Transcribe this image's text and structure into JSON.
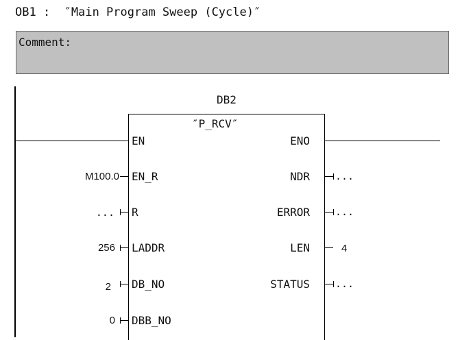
{
  "network": {
    "title": "OB1 :  ″Main Program Sweep (Cycle)″",
    "comment_label": "Comment:"
  },
  "block": {
    "instance": "DB2",
    "type": "″P_RCV″",
    "inputs": [
      {
        "pin": "EN",
        "value": ""
      },
      {
        "pin": "EN_R",
        "value": "M100.0"
      },
      {
        "pin": "R",
        "value": "..."
      },
      {
        "pin": "LADDR",
        "value": "256"
      },
      {
        "pin": "DB_NO",
        "value": "2"
      },
      {
        "pin": "DBB_NO",
        "value": "0"
      }
    ],
    "outputs": [
      {
        "pin": "ENO",
        "value": ""
      },
      {
        "pin": "NDR",
        "value": "..."
      },
      {
        "pin": "ERROR",
        "value": "..."
      },
      {
        "pin": "LEN",
        "value": "4"
      },
      {
        "pin": "STATUS",
        "value": "..."
      }
    ]
  }
}
